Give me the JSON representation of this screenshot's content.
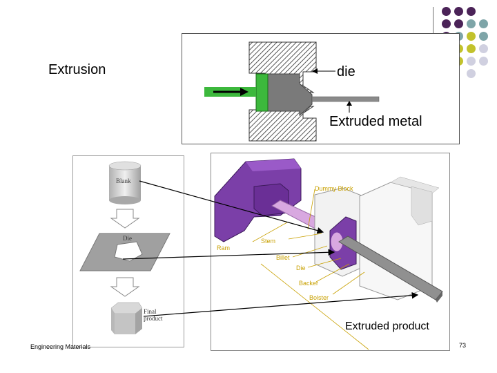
{
  "slide": {
    "title": "Extrusion",
    "footer_left": "Engineering Materials",
    "page_number": "73"
  },
  "top_diagram": {
    "die_label": "die",
    "extruded_metal_label": "Extruded metal"
  },
  "left_diagram": {
    "blank_label": "Blank",
    "die_label": "Die",
    "final_product_label_line1": "Final",
    "final_product_label_line2": "product"
  },
  "right_diagram": {
    "parts": {
      "dummy_block": "Dummy Block",
      "ram": "Ram",
      "stem": "Stem",
      "billet": "Billet",
      "die": "Die",
      "backer": "Backer",
      "bolster": "Bolster"
    },
    "extruded_product_label": "Extruded product"
  },
  "colors": {
    "ram_green": "#3cb83c",
    "press_purple": "#7b3fa8",
    "stem_pink": "#d8a8e0",
    "part_label": "#c8a000",
    "dot_purple": "#4b2358",
    "dot_teal": "#7ea5a8",
    "dot_yellow": "#c2c22c",
    "dot_light": "#d0d0e0"
  }
}
